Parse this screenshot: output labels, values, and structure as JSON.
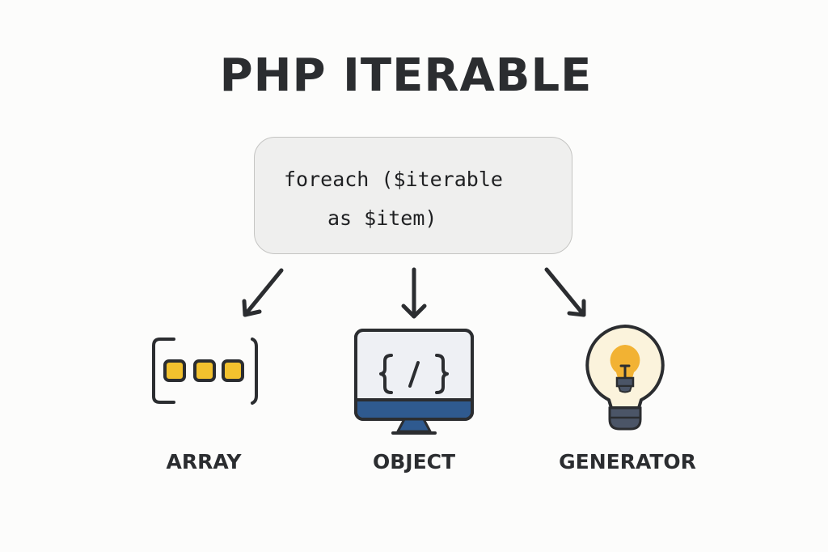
{
  "title": "PHP ITERABLE",
  "code": {
    "line1": "foreach ($iterable",
    "line2": "as $item)"
  },
  "branches": [
    {
      "label": "ARRAY",
      "icon": "array-brackets-icon"
    },
    {
      "label": "OBJECT",
      "icon": "monitor-code-icon"
    },
    {
      "label": "GENERATOR",
      "icon": "lightbulb-icon"
    }
  ],
  "colors": {
    "background": "#fcfcfb",
    "text": "#2b2d30",
    "code_box_fill": "#efefee",
    "code_box_border": "#c4c4c2",
    "array_cells": "#f2c12e",
    "monitor_screen": "#eef0f4",
    "monitor_base": "#2f5a8f",
    "bulb_glow": "#fbf3dc",
    "bulb_fill": "#f2b233",
    "bulb_socket": "#4b5567"
  }
}
